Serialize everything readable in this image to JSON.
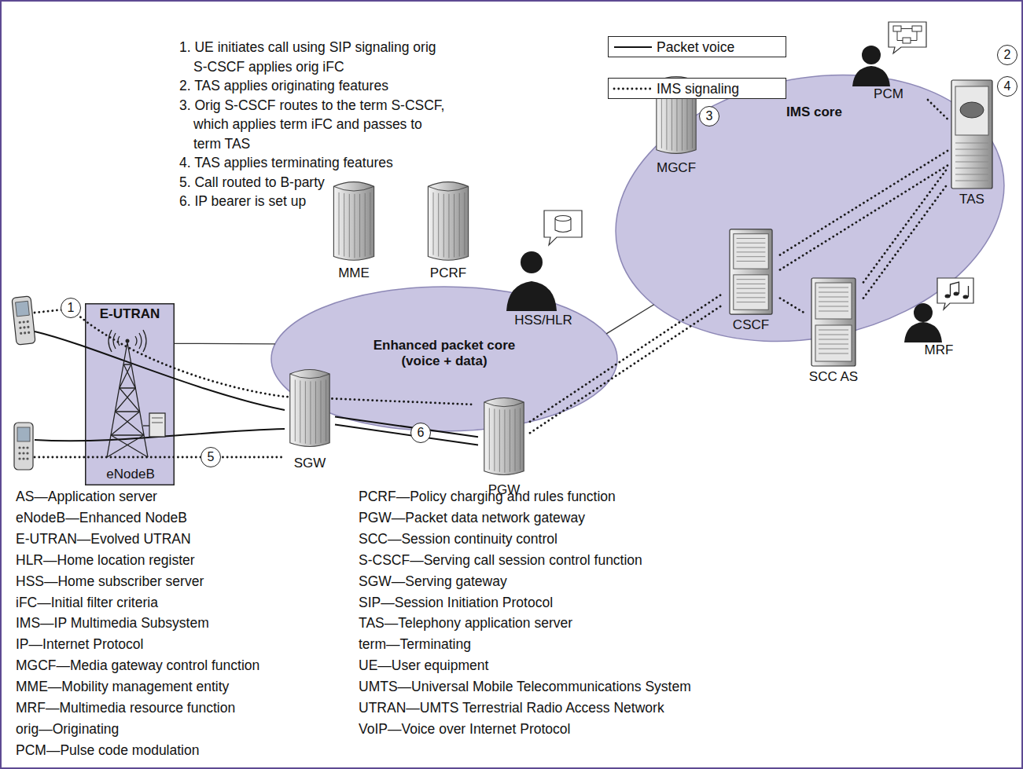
{
  "diagram": {
    "nodes": [
      {
        "text": [
          "E-UTRAN"
        ]
      },
      {
        "text": [
          "eNodeB"
        ],
        "in": 0
      },
      {
        "text": [
          "Enhanced packet core (voice + data)"
        ]
      },
      {
        "text": [
          "MME"
        ],
        "in": 2
      },
      {
        "text": [
          "PCRF"
        ],
        "in": 2
      },
      {
        "text": [
          "HSS/HLR"
        ],
        "in": 2
      },
      {
        "text": [
          "SGW"
        ],
        "in": 2
      },
      {
        "text": [
          "PGW"
        ],
        "in": 2
      },
      {
        "text": [
          "IMS core"
        ]
      },
      {
        "text": [
          "MGCF"
        ],
        "in": 8
      },
      {
        "text": [
          "PCM"
        ],
        "in": 8
      },
      {
        "text": [
          "TAS"
        ],
        "in": 8
      },
      {
        "text": [
          "CSCF"
        ],
        "in": 8
      },
      {
        "text": [
          "SCC AS"
        ]
      },
      {
        "text": [
          "MRF"
        ]
      }
    ],
    "edges": [
      {
        "from": 0,
        "to": 2,
        "arrow": "none"
      },
      {
        "from": 2,
        "to": 8,
        "arrow": "none"
      },
      {
        "from": 6,
        "to": 7,
        "arrow": "none"
      },
      {
        "from": 7,
        "to": 12,
        "arrow": "none"
      },
      {
        "from": 7,
        "to": 12,
        "arrow": "none"
      },
      {
        "from": 12,
        "to": 11,
        "arrow": "none"
      },
      {
        "from": 12,
        "to": 11,
        "arrow": "none"
      },
      {
        "from": 12,
        "to": 13,
        "arrow": "none"
      },
      {
        "from": 13,
        "to": 11,
        "arrow": "none"
      },
      {
        "from": 13,
        "to": 11,
        "arrow": "none"
      },
      {
        "from": 10,
        "to": 11,
        "arrow": "none"
      }
    ],
    "labels": [
      "1. UE initiates call using SIP signaling orig S-CSCF applies orig iFC",
      "2. TAS applies originating features",
      "3. Orig S-CSCF routes to the term S-CSCF, which applies term iFC and passes to term TAS",
      "4. TAS applies terminating features",
      "5. Call routed to B-party",
      "6. IP bearer is set up",
      "1",
      "2",
      "4",
      "3",
      "5",
      "6",
      "AS—Application server",
      "eNodeB—Enhanced NodeB",
      "E-UTRAN—Evolved UTRAN",
      "HLR—Home location register",
      "HSS—Home subscriber server",
      "iFC—Initial filter criteria",
      "IMS—IP Multimedia Subsystem",
      "IP—Internet Protocol",
      "MGCF—Media gateway control function",
      "MME—Mobility management entity",
      "MRF—Multimedia resource function",
      "orig—Originating",
      "PCM—Pulse code modulation",
      "PCRF—Policy charging and rules function",
      "PGW—Packet data network gateway",
      "SCC—Session continuity control",
      "S-CSCF—Serving call session control function",
      "SGW—Serving gateway",
      "SIP—Session Initiation Protocol",
      "TAS—Telephony application server",
      "term—Terminating",
      "UE—User equipment",
      "UMTS—Universal Mobile Telecommunications System",
      "UTRAN—UMTS Terrestrial Radio Access Network",
      "VoIP—Voice over Internet Protocol"
    ],
    "legend": [
      {
        "text": "Packet voice"
      },
      {
        "text": "IMS signaling"
      }
    ]
  }
}
